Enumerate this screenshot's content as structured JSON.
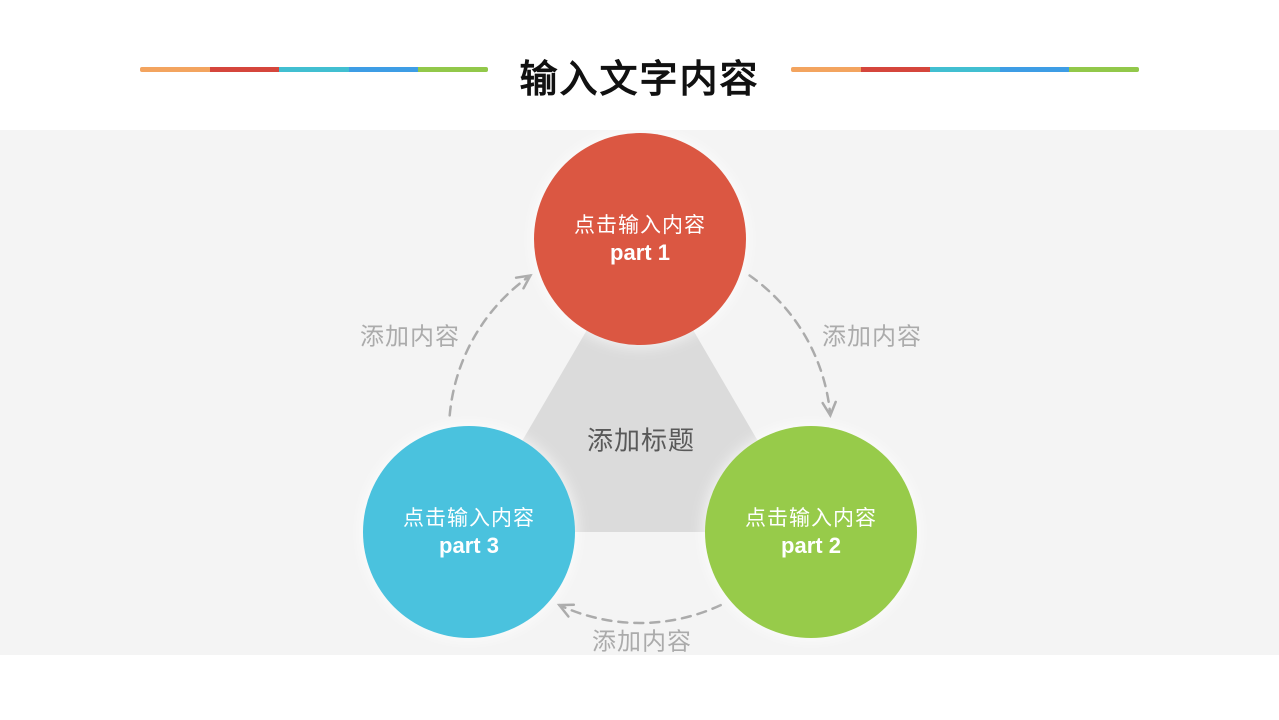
{
  "slide": {
    "title": "输入文字内容",
    "decor_line_colors": [
      "#F3A45F",
      "#D5463C",
      "#41BFD1",
      "#3E9DE5",
      "#92C84A"
    ],
    "background": {
      "header": "#FFFFFF",
      "body": "#F4F4F4"
    }
  },
  "diagram": {
    "center_title": "添加标题",
    "triangle_color": "#DBDBDB",
    "connector_color": "#ABABAB",
    "nodes": [
      {
        "label": "点击输入内容",
        "sublabel": "part 1",
        "color": "#DB5742",
        "position": "top"
      },
      {
        "label": "点击输入内容",
        "sublabel": "part 2",
        "color": "#97CB4A",
        "position": "bottom-right"
      },
      {
        "label": "点击输入内容",
        "sublabel": "part 3",
        "color": "#4AC2DE",
        "position": "bottom-left"
      }
    ],
    "connectors": [
      {
        "label": "添加内容",
        "from": "part 3",
        "to": "part 1",
        "position": "left"
      },
      {
        "label": "添加内容",
        "from": "part 1",
        "to": "part 2",
        "position": "right"
      },
      {
        "label": "添加内容",
        "from": "part 2",
        "to": "part 3",
        "position": "bottom"
      }
    ]
  }
}
